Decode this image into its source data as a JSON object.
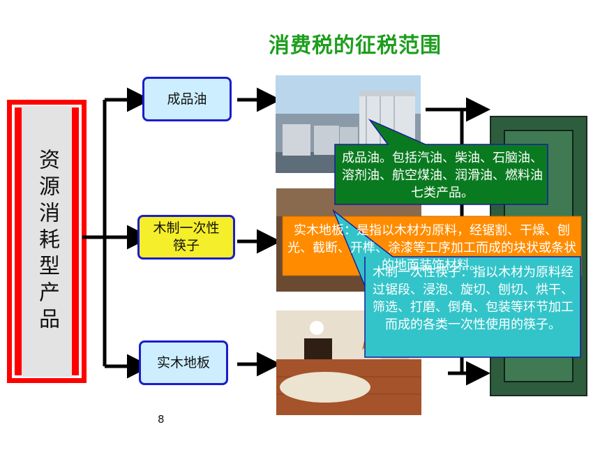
{
  "title": "消费税的征税范围",
  "category": "资源消耗型产品",
  "items": [
    {
      "label": "成品油"
    },
    {
      "label": "木制一次性筷子"
    },
    {
      "label": "实木地板"
    }
  ],
  "callouts": {
    "oil": "成品油。包括汽油、柴油、石脑油、溶剂油、航空煤油、润滑油、燃料油七类产品。",
    "floor": "实木地板：是指以木材为原料，经锯割、干燥、刨光、截断、开榫、涂漆等工序加工而成的块状或条状的地面装饰材料。",
    "chopsticks": "木制一次性筷子：指以木材为原料经过锯段、浸泡、旋切、刨切、烘干、筛选、打磨、倒角、包装等环节加工而成的各类一次性使用的筷子。"
  },
  "page_number": "8",
  "colors": {
    "title_green": "#1e9e1e",
    "oil_callout": "#0a7a20",
    "floor_callout": "#ff8c00",
    "chopsticks_callout": "#33c4c9",
    "item_border": "#1c1ccc"
  }
}
